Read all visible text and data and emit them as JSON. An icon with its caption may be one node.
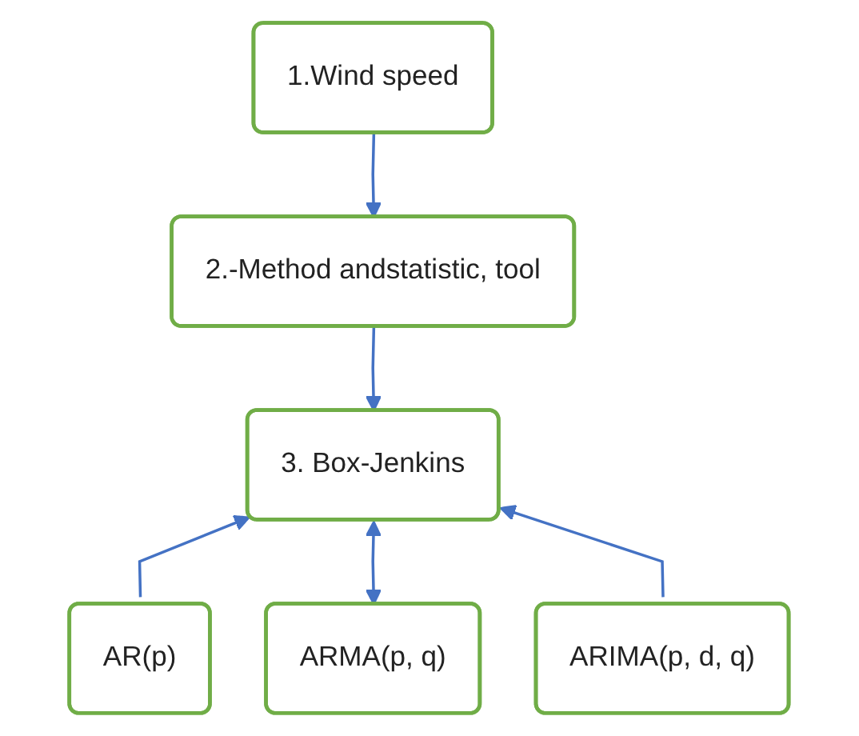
{
  "diagram": {
    "nodes": [
      {
        "text": [
          "1.Wind speed"
        ]
      },
      {
        "text": [
          "2.-Method andstatistic, tool"
        ]
      },
      {
        "text": [
          "3. Box-Jenkins"
        ]
      },
      {
        "text": [
          "AR(p)"
        ]
      },
      {
        "text": [
          "ARMA(p, q)"
        ]
      },
      {
        "text": [
          "ARIMA(p, d, q)"
        ]
      }
    ],
    "edges": [
      {
        "from": 0,
        "to": 1,
        "arrow": "to"
      },
      {
        "from": 1,
        "to": 2,
        "arrow": "to"
      },
      {
        "from": 3,
        "to": 2,
        "arrow": "to"
      },
      {
        "from": 4,
        "to": 2,
        "arrow": "both"
      },
      {
        "from": 5,
        "to": 2,
        "arrow": "to"
      }
    ]
  }
}
